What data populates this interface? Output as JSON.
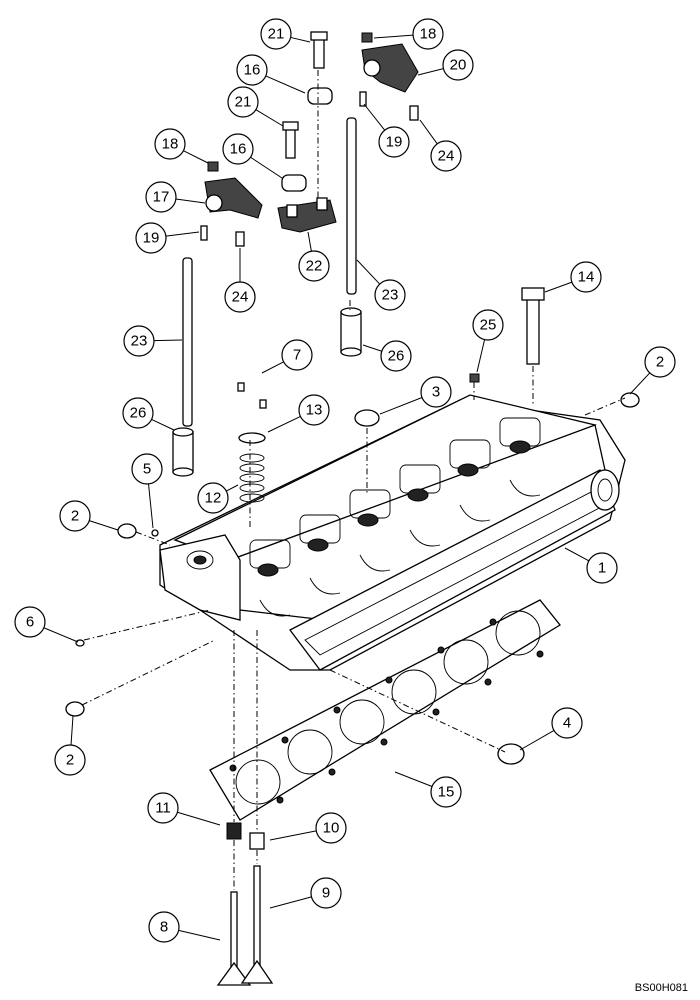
{
  "diagram": {
    "callouts": [
      "1",
      "2",
      "2",
      "2",
      "3",
      "4",
      "5",
      "6",
      "7",
      "8",
      "9",
      "10",
      "11",
      "12",
      "13",
      "14",
      "15",
      "16",
      "16",
      "17",
      "18",
      "18",
      "19",
      "19",
      "20",
      "21",
      "21",
      "22",
      "23",
      "23",
      "24",
      "24",
      "25",
      "26",
      "26"
    ],
    "drawing_code": "BS00H081"
  }
}
